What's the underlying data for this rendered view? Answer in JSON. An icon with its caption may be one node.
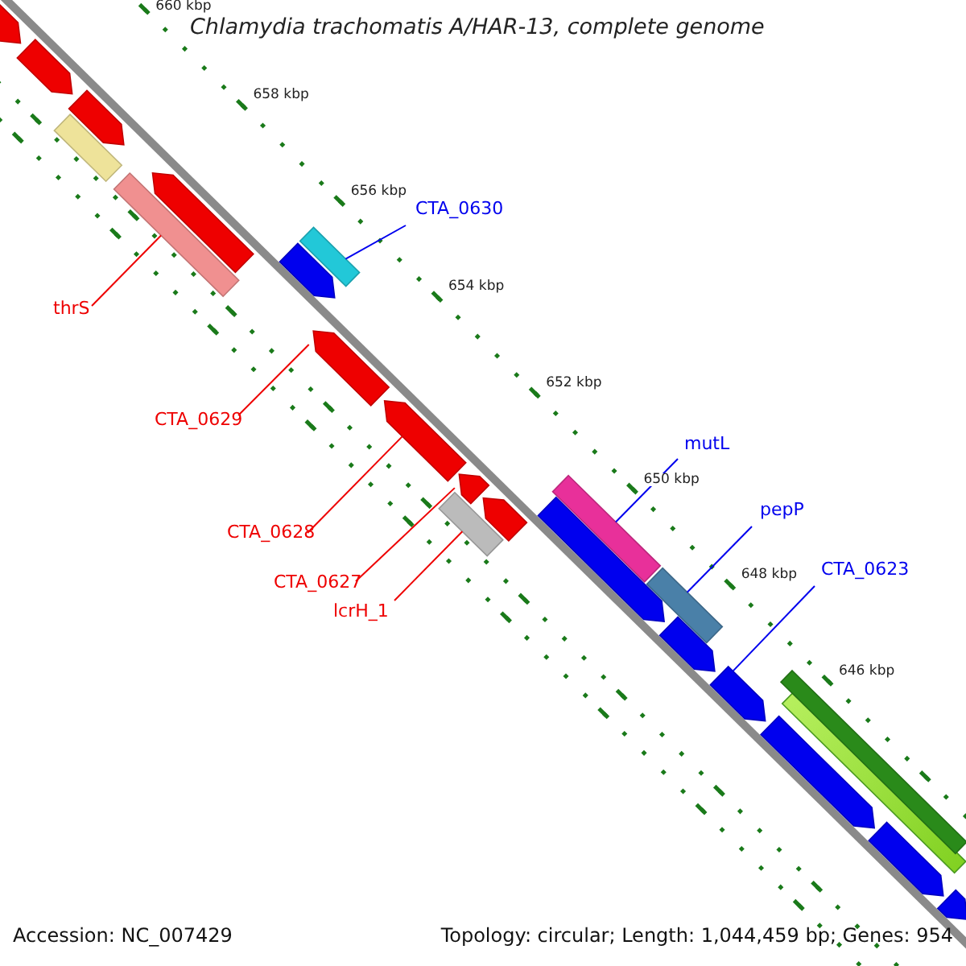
{
  "diagram": {
    "title": "Chlamydia trachomatis A/HAR-13, complete genome",
    "nodes": [
      {
        "text": [
          "CTA_0630"
        ]
      },
      {
        "text": [],
        "shape": "bar"
      },
      {
        "text": [
          "mutL"
        ]
      },
      {
        "text": [],
        "shape": "bar"
      },
      {
        "text": [
          "pepP"
        ]
      },
      {
        "text": [],
        "shape": "bar"
      },
      {
        "text": [
          "CTA_0623"
        ]
      },
      {
        "text": [],
        "shape": "arrow"
      },
      {
        "text": [
          "thrS"
        ]
      },
      {
        "text": [],
        "shape": "bar"
      },
      {
        "text": [
          "CTA_0629"
        ]
      },
      {
        "text": [],
        "shape": "arrow"
      },
      {
        "text": [
          "CTA_0628"
        ]
      },
      {
        "text": [],
        "shape": "arrow"
      },
      {
        "text": [
          "CTA_0627"
        ]
      },
      {
        "text": [],
        "shape": "arrow"
      },
      {
        "text": [
          "lcrH_1"
        ]
      },
      {
        "text": [],
        "shape": "bar"
      },
      {
        "text": [],
        "shape": "arrow"
      },
      {
        "text": [],
        "shape": "arrow"
      },
      {
        "text": [],
        "shape": "arrow"
      },
      {
        "text": [],
        "shape": "arrow"
      },
      {
        "text": [],
        "shape": "arrow"
      },
      {
        "text": [],
        "shape": "bar"
      },
      {
        "text": [],
        "shape": "arrow"
      },
      {
        "text": [],
        "shape": "arrow"
      },
      {
        "text": [],
        "shape": "arrow"
      },
      {
        "text": [],
        "shape": "arrow"
      },
      {
        "text": [],
        "shape": "arrow"
      },
      {
        "text": [],
        "shape": "arrow"
      },
      {
        "text": [],
        "shape": "bar"
      },
      {
        "text": [],
        "shape": "bar"
      }
    ],
    "edges": [
      {
        "from": 0,
        "to": 1,
        "arrow": "none",
        "color": "#0000ee"
      },
      {
        "from": 2,
        "to": 3,
        "arrow": "none",
        "color": "#0000ee"
      },
      {
        "from": 4,
        "to": 5,
        "arrow": "none",
        "color": "#0000ee"
      },
      {
        "from": 6,
        "to": 7,
        "arrow": "none",
        "color": "#0000ee"
      },
      {
        "from": 8,
        "to": 9,
        "arrow": "none"
      },
      {
        "from": 10,
        "to": 11,
        "arrow": "none"
      },
      {
        "from": 12,
        "to": 13,
        "arrow": "none"
      },
      {
        "from": 14,
        "to": 15,
        "arrow": "none"
      },
      {
        "from": 16,
        "to": 17,
        "arrow": "none"
      }
    ],
    "labels": [
      "660 kbp",
      "658 kbp",
      "656 kbp",
      "654 kbp",
      "652 kbp",
      "650 kbp",
      "648 kbp",
      "646 kbp",
      "Accession: NC_007429",
      "Topology: circular; Length: 1,044,459 bp; Genes: 954"
    ]
  }
}
